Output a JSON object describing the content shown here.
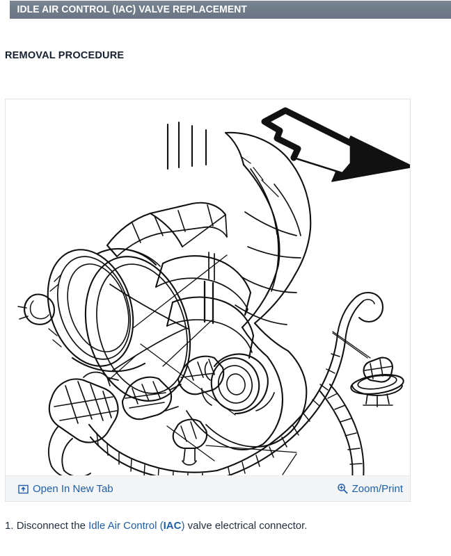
{
  "header": {
    "title": "IDLE AIR CONTROL (IAC) VALVE REPLACEMENT",
    "band_color": "#717c8a",
    "text_color": "#ffffff"
  },
  "section": {
    "heading": "REMOVAL PROCEDURE",
    "heading_color": "#16202e"
  },
  "figure": {
    "alt": "Line drawing of throttle body assembly with Idle Air Control valve, electrical connector and wiring harness",
    "arrow_annotation": "3d-block-arrow-pointing-down-left",
    "border_color": "#e2e2e2",
    "toolbar": {
      "background": "#f4f5f6",
      "open_new_tab_label": "Open In New Tab",
      "open_new_tab_icon": "open-in-new-tab-icon",
      "zoom_print_label": "Zoom/Print",
      "zoom_print_icon": "magnifier-plus-icon",
      "link_color": "#1e5fa9"
    }
  },
  "steps": [
    {
      "number": "1.",
      "text_before": "Disconnect the",
      "link_text_plain": "Idle Air Control (",
      "link_text_bold": "IAC",
      "link_text_close": ")",
      "text_after": "valve electrical connector.",
      "link_color": "#1e5fa9"
    }
  ]
}
